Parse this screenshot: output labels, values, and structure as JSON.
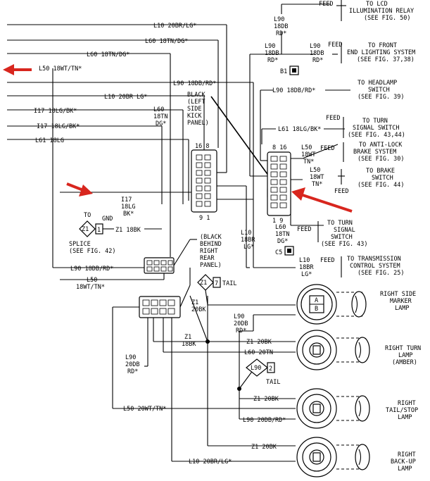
{
  "accent_color": "#d8261e",
  "top": {
    "feed_top": "FEED",
    "lcd_relay": [
      "TO LCD",
      "ILLUMINATION RELAY",
      "(SEE FIG. 50)"
    ],
    "l90_a": [
      "L90",
      "18DB",
      "RD*"
    ],
    "l90_b": [
      "L90",
      "18DB",
      "RD*"
    ],
    "l90_c": [
      "L90",
      "18DB",
      "RD*"
    ],
    "feed_front": "FEED",
    "front_end": [
      "TO FRONT",
      "END LIGHTING SYSTEM",
      "(SEE FIG. 37,38)"
    ],
    "b1": "B1",
    "l90_headlamp": "L90 18DB/RD*",
    "headlamp": [
      "TO HEADLAMP",
      "SWITCH",
      "(SEE FIG. 39)"
    ],
    "feed_turn": "FEED",
    "l61_18lgbk": "L61 18LG/BK*",
    "turn_signal": [
      "TO TURN",
      "SIGNAL SWITCH",
      "(SEE FIG. 43,44)"
    ],
    "l50_a": [
      "L50",
      "18WT",
      "TN*"
    ],
    "feed_abs": "FEED",
    "abs": [
      "TO ANTI-LOCK",
      "BRAKE SYSTEM",
      "(SEE FIG. 30)"
    ],
    "l50_b": [
      "L50",
      "18WT",
      "TN*"
    ],
    "brake": [
      "TO BRAKE",
      "SWITCH",
      "(SEE FIG. 44)"
    ],
    "feed_brake": "FEED"
  },
  "left_wires": {
    "l10_top": "L10 20BR/LG*",
    "l60_top": "L60 18TN/DG*",
    "l60_mid": "L60 18TN/DG*",
    "l50_mid": "L50 18WT/TN*",
    "l90_mid": "L90 18DB/RD*",
    "l10_mid": "L10 20BR LG*",
    "l60_vert": [
      "L60",
      "18TN",
      "DG*"
    ],
    "i117_a": "I17 18LG/BK*",
    "i17_b": "I17 18LG/BK*",
    "l61": "L61 18LG",
    "black_kick": [
      "BLACK",
      "(LEFT",
      "SIDE",
      "KICK",
      "PANEL)"
    ],
    "pins_top_left": "16 8",
    "pins_bot_left": "9 1",
    "i17_c": [
      "I17",
      "18LG",
      "BK*"
    ],
    "to_label": "TO",
    "gnd_label": "GND",
    "z1_badge": "Z1",
    "z1_badge_num": "1",
    "z1_18bk": "Z1 18BK",
    "splice": [
      "SPLICE",
      "(SEE FIG. 42)"
    ],
    "l90_low": "L90 18DB/RD*",
    "l50_low": [
      "L50",
      "18WT/TN*"
    ]
  },
  "right_conn": {
    "pins_top": "8 16",
    "pins_bot": "1 9",
    "l10_vert": [
      "L10",
      "18BR",
      "LG*"
    ],
    "l60_turn": [
      "L60",
      "18TN",
      "DG*"
    ],
    "feed_l60": "FEED",
    "turn_sig2": [
      "TO TURN",
      "SIGNAL",
      "SWITCH",
      "(SEE FIG. 43)"
    ],
    "c5": "C5",
    "l10_trans": [
      "L10",
      "18BR",
      "LG*"
    ],
    "feed_trans": "FEED",
    "trans": [
      "TO TRANSMISSION",
      "CONTROL SYSTEM",
      "(SEE FIG. 25)"
    ]
  },
  "lower": {
    "black_rear": [
      "(BLACK",
      "BEHIND",
      "RIGHT",
      "REAR",
      "PANEL)"
    ],
    "z1_tail_badge": "Z1",
    "z1_tail_num": "7",
    "tail_a": "TAIL",
    "z1_20bk_a": [
      "Z1",
      "20BK"
    ],
    "l90_20db": [
      "L90",
      "20DB",
      "RD*"
    ],
    "z1_18bk_b": [
      "Z1",
      "18BK"
    ],
    "z1_20bk_b": "Z1 20BK",
    "l60_20tn": "L60 20TN",
    "l90_vert": [
      "L90",
      "20DB",
      "RD*"
    ],
    "l90_badge": "L90",
    "l90_badge_num": "2",
    "tail_b": "TAIL",
    "z1_20bk_c": "Z1 20BK",
    "l50_20wt": "L50 20WT/TN*",
    "l90_20db_rd": "L90 20DB/RD*",
    "z1_20bk_d": "Z1 20BK",
    "l10_20br": "L10 20BR/LG*",
    "marker_letters": [
      "A",
      "B"
    ]
  },
  "lamps": {
    "side_marker": [
      "RIGHT SIDE",
      "MARKER",
      "LAMP"
    ],
    "turn_lamp": [
      "RIGHT TURN",
      "LAMP",
      "(AMBER)"
    ],
    "tail_stop": [
      "RIGHT",
      "TAIL/STOP",
      "LAMP"
    ],
    "backup": [
      "RIGHT",
      "BACK-UP",
      "LAMP"
    ]
  }
}
